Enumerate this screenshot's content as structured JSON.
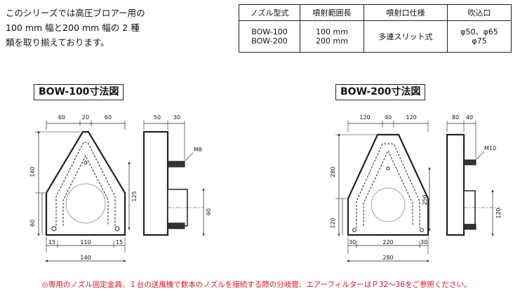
{
  "intro": [
    "このシリーズでは高圧ブロアー用の",
    "100 mm 幅と200 mm 幅の 2 種",
    "類を取り揃えております。"
  ],
  "spec_table": {
    "headers": [
      "ノズル型式",
      "噴射範囲長",
      "噴射口仕様",
      "吹込口"
    ],
    "row": {
      "model": [
        "BOW-100",
        "BOW-200"
      ],
      "range": [
        "100 mm",
        "200 mm"
      ],
      "outlet": "多連スリット式",
      "inlet": [
        "φ50、φ65",
        "φ75"
      ]
    }
  },
  "drawings": {
    "bow100": {
      "title": "BOW-100寸法図",
      "dims": {
        "top": [
          "60",
          "20",
          "60"
        ],
        "side_top": [
          "50",
          "30"
        ],
        "height": "140",
        "lower_left": "60",
        "slot": "125",
        "side_lower": "60",
        "bottom": [
          "15",
          "110",
          "15"
        ],
        "width": "140",
        "bolt": "M8"
      }
    },
    "bow200": {
      "title": "BOW-200寸法図",
      "dims": {
        "top": [
          "120",
          "40",
          "120"
        ],
        "side_top": [
          "80",
          "40"
        ],
        "height": "280",
        "lower_left": "120",
        "slot": "250",
        "side_lower": "120",
        "bottom": [
          "30",
          "220",
          "30"
        ],
        "width": "280",
        "bolt": "M10"
      }
    }
  },
  "footnote": "◎専用のノズル固定金具、１台の送風機で数本のノズルを接続する際の分岐管、エアーフィルターはＰ32〜36をご参照ください。",
  "colors": {
    "accent": "#e0131b",
    "line": "#222222"
  }
}
